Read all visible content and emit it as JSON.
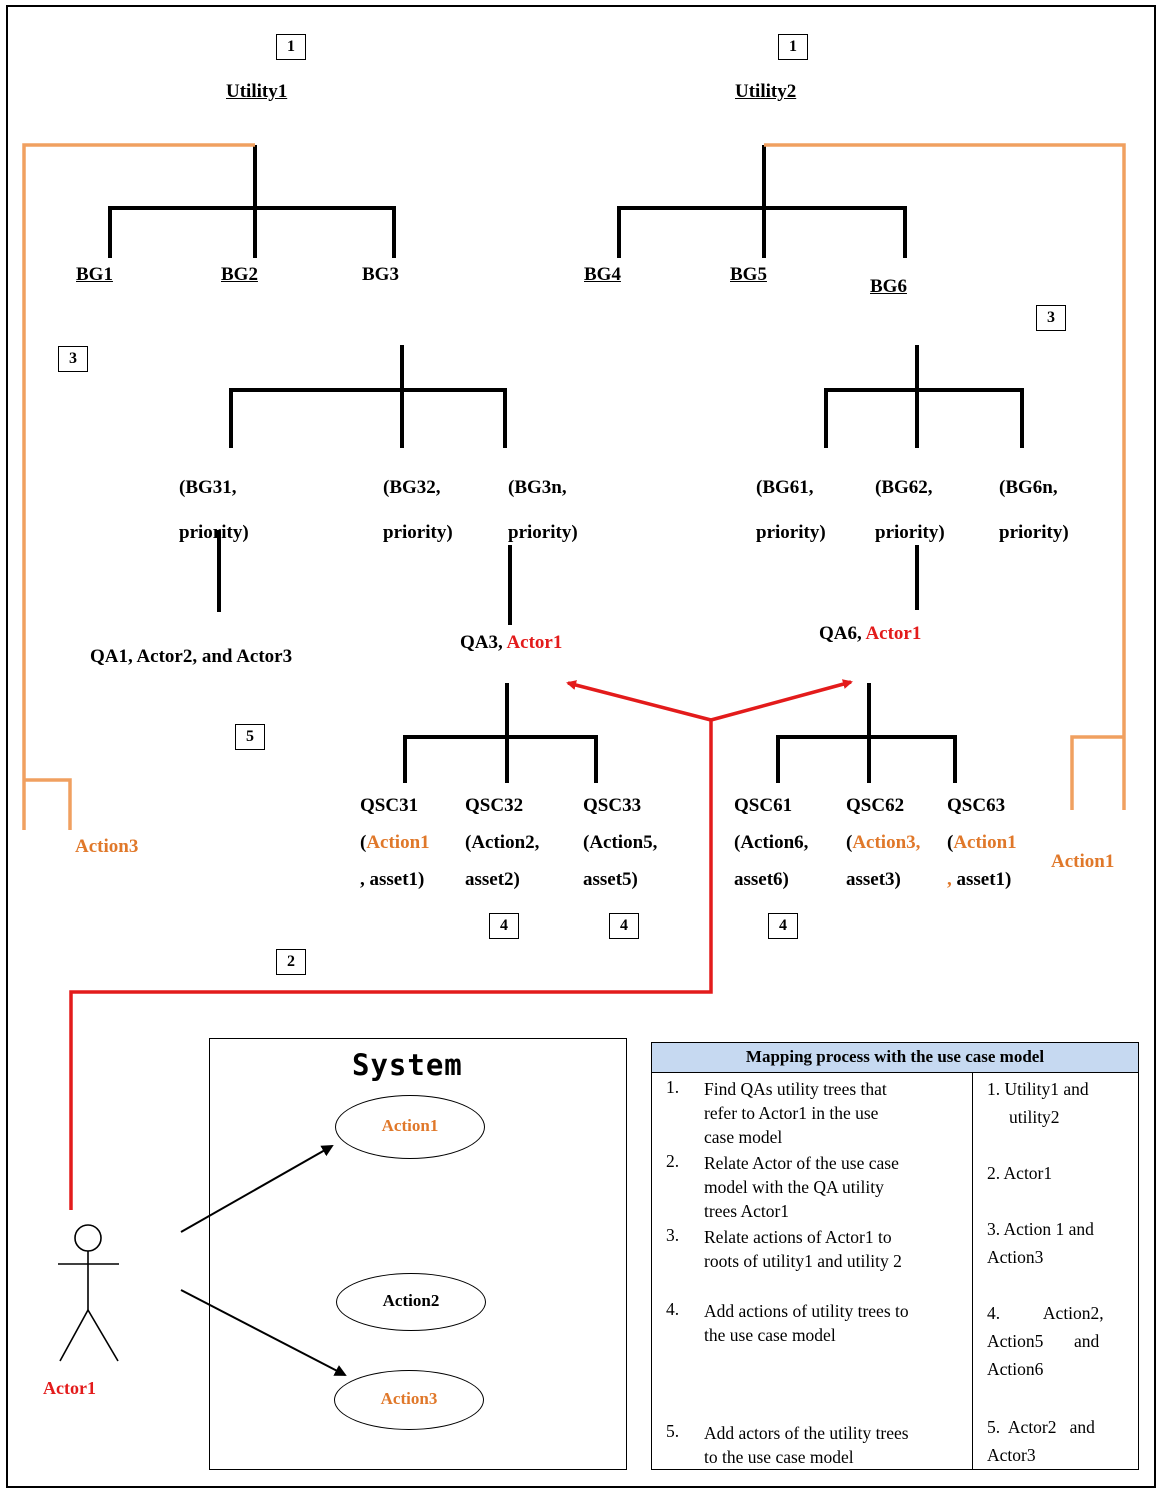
{
  "step_labels": {
    "one": "1",
    "two": "2",
    "three": "3",
    "four": "4",
    "five": "5"
  },
  "utility1": {
    "root": "Utility1",
    "business_goals": [
      "BG1",
      "BG2",
      "BG3"
    ],
    "subgoals": [
      {
        "line1": "(BG31,",
        "line2": "priority)"
      },
      {
        "line1": "(BG32,",
        "line2": "priority)"
      },
      {
        "line1": "(BG3n,",
        "line2": "priority)"
      }
    ],
    "qa_left": "QA1, Actor2, and Actor3",
    "qa": {
      "prefix": "QA3, ",
      "actor": "Actor1"
    },
    "scenarios": [
      {
        "name": "QSC31",
        "action_open": "(",
        "action": "Action1",
        "rest": ", asset1)"
      },
      {
        "name": "QSC32",
        "line2": "(Action2,",
        "line3": "asset2)"
      },
      {
        "name": "QSC33",
        "line2": "(Action5,",
        "line3": "asset5)"
      }
    ]
  },
  "utility2": {
    "root": "Utility2",
    "business_goals": [
      "BG4",
      "BG5",
      "BG6"
    ],
    "subgoals": [
      {
        "line1": "(BG61,",
        "line2": "priority)"
      },
      {
        "line1": "(BG62,",
        "line2": "priority)"
      },
      {
        "line1": "(BG6n,",
        "line2": "priority)"
      }
    ],
    "qa": {
      "prefix": "QA6, ",
      "actor": "Actor1"
    },
    "scenarios": [
      {
        "name": "QSC61",
        "line2": "(Action6,",
        "line3": "asset6)"
      },
      {
        "name": "QSC62",
        "action_open": "(",
        "action": "Action3,",
        "rest": "asset3)"
      },
      {
        "name": "QSC63",
        "action_open": "(",
        "action": "Action1",
        "comma": ",",
        "rest": " asset1)"
      }
    ]
  },
  "side_actions": {
    "left": "Action3",
    "right": "Action1"
  },
  "use_case": {
    "system_title": "System",
    "actions": [
      "Action1",
      "Action2",
      "Action3"
    ],
    "actor": "Actor1"
  },
  "mapping_table": {
    "title": "Mapping process with the use case model",
    "steps": [
      {
        "num": "1.",
        "text": [
          "Find QAs utility trees that",
          "refer to Actor1 in the use",
          "case model"
        ],
        "result": [
          "1. Utility1 and",
          "utility2"
        ]
      },
      {
        "num": "2.",
        "text": [
          "Relate Actor of the use case",
          "model with the QA utility",
          "trees Actor1"
        ],
        "result": [
          "2.  Actor1"
        ]
      },
      {
        "num": "3.",
        "text": [
          "Relate actions of Actor1 to",
          "roots of utility1 and utility 2"
        ],
        "result": [
          "3. Action 1 and",
          "Action3"
        ]
      },
      {
        "num": "4.",
        "text": [
          "Add  actions of utility trees to",
          "the use case model"
        ],
        "result": [
          "4.          Action2,",
          "Action5       and",
          "Action6"
        ]
      },
      {
        "num": "5.",
        "text": [
          "Add actors of the utility trees",
          "to the use case model"
        ],
        "result": [
          "5.  Actor2   and",
          "Actor3"
        ]
      }
    ]
  },
  "colors": {
    "orange": "#E0782A",
    "red": "#E31B1B",
    "table_header": "#C6D9F1",
    "black": "#000000"
  }
}
